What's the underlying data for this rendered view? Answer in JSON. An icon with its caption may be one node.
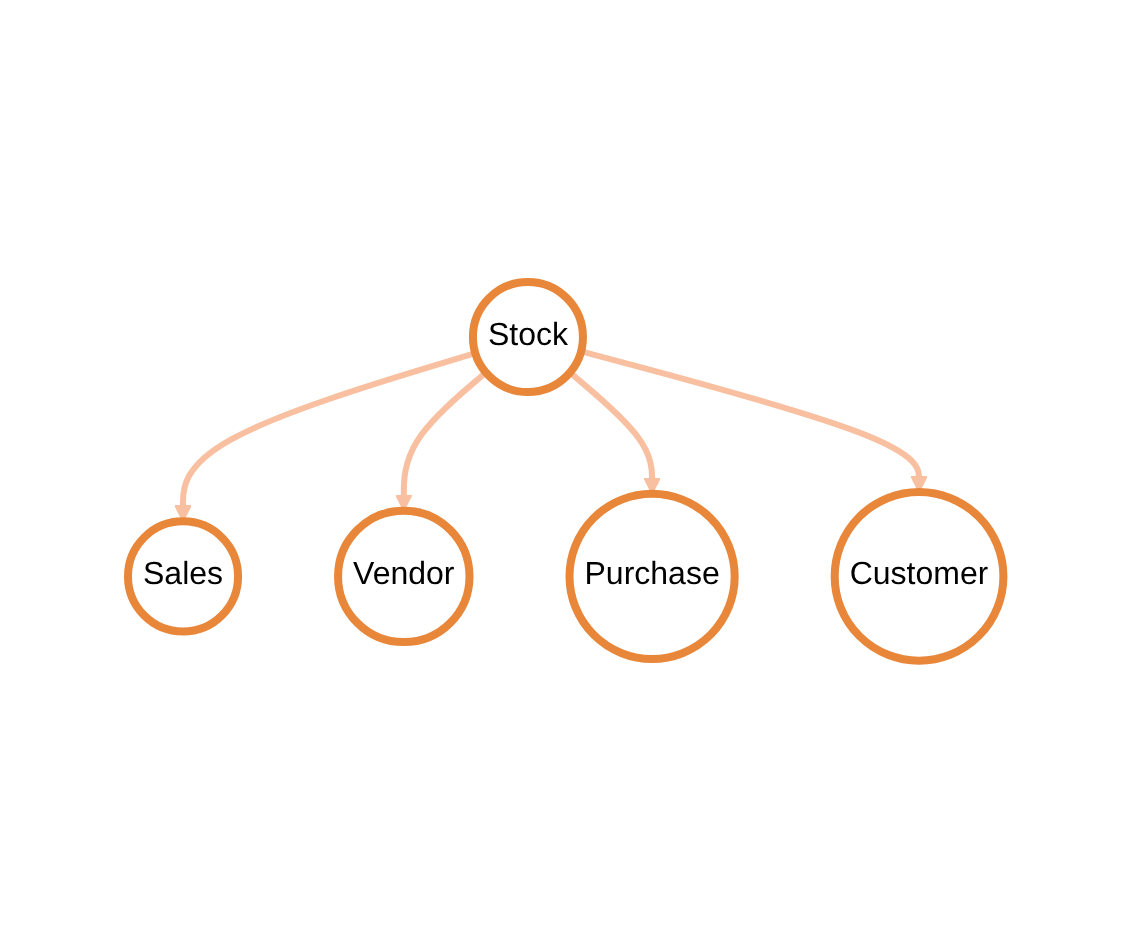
{
  "diagram": {
    "nodes": [
      {
        "text": [
          "Stock"
        ]
      },
      {
        "text": [
          "Sales"
        ]
      },
      {
        "text": [
          "Vendor"
        ]
      },
      {
        "text": [
          "Purchase"
        ]
      },
      {
        "text": [
          "Customer"
        ]
      }
    ],
    "edges": [
      {
        "from": 0,
        "to": 1,
        "arrow": "to"
      },
      {
        "from": 0,
        "to": 2,
        "arrow": "to"
      },
      {
        "from": 0,
        "to": 3,
        "arrow": "to"
      },
      {
        "from": 0,
        "to": 4,
        "arrow": "to"
      }
    ]
  }
}
